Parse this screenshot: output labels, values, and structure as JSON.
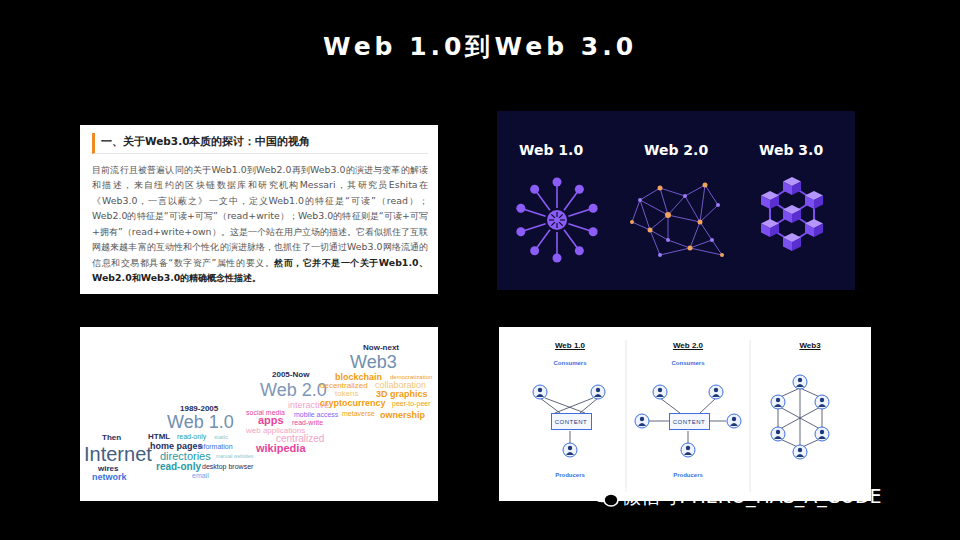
{
  "diagram": {
    "title": "Web 1.0到Web 3.0",
    "nodes": [
      {
        "text": [
          "一、关于Web3.0本质的探讨：中国的视角",
          "目前流行且被普遍认同的关于Web1.0到Web2.0再到Web3.0的演进与变革的解读和描述，来自纽约的区块链数据库和研究机构Messari，其研究员Eshita在《Web3.0，一言以蔽之》一文中，定义Web1.0的特征是“可读”（read）；Web2.0的特征是“可读+可写”（read+write）；Web3.0的特征则是“可读+可写+拥有”（read+write+own）。这是一个站在用户立场的描述。它看似抓住了互联网越来越丰富的互动性和个性化的演进脉络，也抓住了一切通过Web3.0网络流通的信息和交易都具备“数字资产”属性的要义。",
          "然而，它并不是一个关于Web1.0、Web2.0和Web3.0的精确概念性描述。"
        ]
      },
      {
        "text": [
          "Web 1.0",
          "Web 2.0",
          "Web 3.0"
        ]
      },
      {
        "text": [
          "Then",
          "Internet",
          "wires",
          "network",
          "1989-2005",
          "Web 1.0",
          "HTML",
          "read-only",
          "static",
          "home pages",
          "information",
          "directories",
          "manual websites",
          "read-only",
          "desktop browser",
          "email",
          "2005-Now",
          "Web 2.0",
          "interactive",
          "social media",
          "mobile access",
          "apps",
          "read-write",
          "web applications",
          "centralized",
          "wikipedia",
          "Now-next",
          "Web3",
          "blockchain",
          "democratization",
          "decentralized",
          "collaboration",
          "tokens",
          "3D graphics",
          "cryptocurrency",
          "peer-to-peer",
          "metaverse",
          "ownership"
        ]
      },
      {
        "text": [
          "Web 1.0",
          "Consumers",
          "Producers",
          "Web 2.0",
          "Consumers",
          "Producers",
          "Web3"
        ]
      },
      {
        "text": [
          "CONTENT"
        ],
        "in": 3
      },
      {
        "text": [
          "CONTENT"
        ],
        "in": 3
      }
    ],
    "labels": [
      "微信号: HERO_HAS_A_CODE"
    ]
  }
}
